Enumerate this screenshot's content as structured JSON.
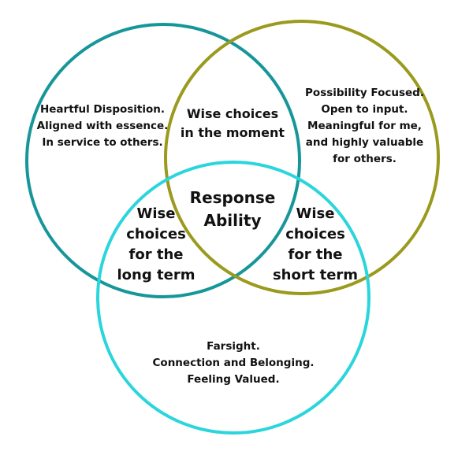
{
  "colors": {
    "left_circle": "#17969a",
    "right_circle": "#9a9a1e",
    "bottom_circle": "#2ad5dc",
    "text": "#111111",
    "background": "#ffffff"
  },
  "regions": {
    "left": [
      "Heartful Disposition.",
      "Aligned with essence.",
      "In service to others."
    ],
    "right": [
      "Possibility Focused.",
      "Open to input.",
      "Meaningful for me,",
      "and highly valuable",
      "for others."
    ],
    "bottom": [
      "Farsight.",
      "Connection and Belonging.",
      "Feeling Valued."
    ],
    "left_right": [
      "Wise choices",
      "in the moment"
    ],
    "left_bottom": [
      "Wise",
      "choices",
      "for the",
      "long term"
    ],
    "right_bottom": [
      "Wise",
      "choices",
      "for the",
      "short term"
    ],
    "center": [
      "Response",
      "Ability"
    ]
  }
}
